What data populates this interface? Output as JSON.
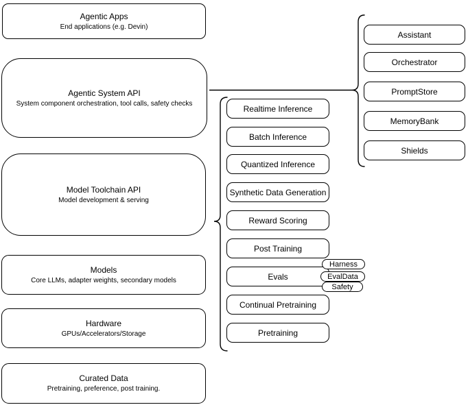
{
  "colors": {
    "stroke": "#000000",
    "fill": "#ffffff",
    "text": "#000000",
    "background": "#ffffff"
  },
  "left_stack": [
    {
      "title": "Agentic Apps",
      "subtitle": "End applications (e.g. Devin)"
    },
    {
      "title": "Agentic System API",
      "subtitle": "System component orchestration, tool calls, safety checks"
    },
    {
      "title": "Model Toolchain API",
      "subtitle": "Model development & serving"
    },
    {
      "title": "Models",
      "subtitle": "Core LLMs, adapter weights, secondary models"
    },
    {
      "title": "Hardware",
      "subtitle": "GPUs/Accelerators/Storage"
    },
    {
      "title": "Curated Data",
      "subtitle": "Pretraining, preference, post training."
    }
  ],
  "toolchain_components": [
    "Realtime Inference",
    "Batch Inference",
    "Quantized Inference",
    "Synthetic Data Generation",
    "Reward Scoring",
    "Post Training",
    "Evals",
    "Continual Pretraining",
    "Pretraining"
  ],
  "evals_tags": [
    "Harness",
    "EvalData",
    "Safety"
  ],
  "system_components": [
    "Assistant",
    "Orchestrator",
    "PromptStore",
    "MemoryBank",
    "Shields"
  ]
}
